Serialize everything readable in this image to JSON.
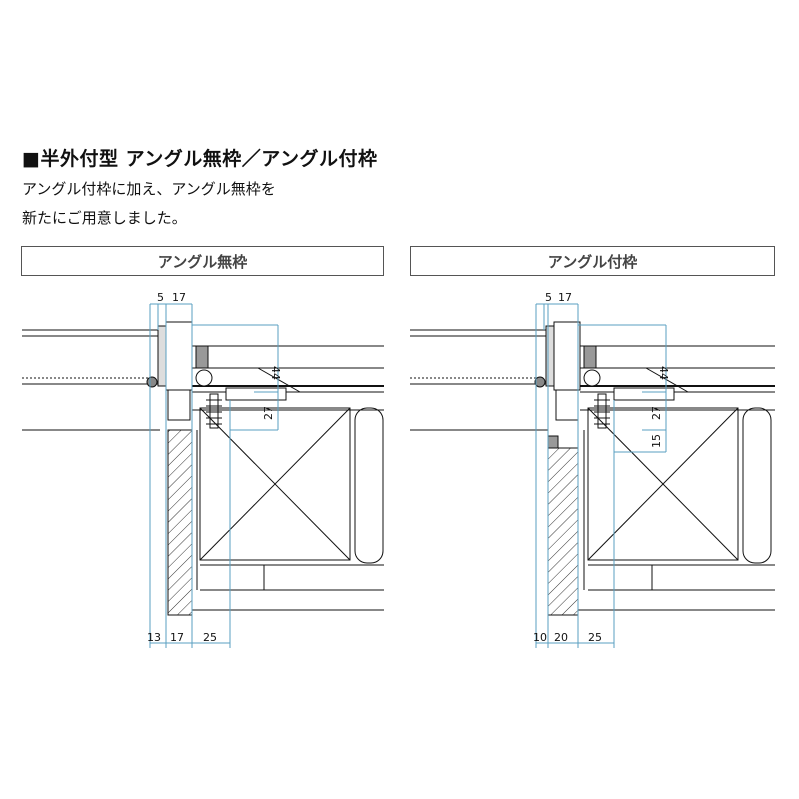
{
  "heading": {
    "title": "■半外付型 アングル無枠／アングル付枠",
    "desc_line1": "アングル付枠に加え、アングル無枠を",
    "desc_line2": "新たにご用意しました。"
  },
  "panels": [
    {
      "label": "アングル無枠",
      "dims": {
        "top_a": "5",
        "top_b": "17",
        "v_44": "44",
        "v_27": "27",
        "bottom_a": "13",
        "bottom_b": "17",
        "bottom_c": "25"
      }
    },
    {
      "label": "アングル付枠",
      "dims": {
        "top_a": "5",
        "top_b": "17",
        "v_44": "44",
        "v_27": "27",
        "v_15": "15",
        "bottom_a": "10",
        "bottom_b": "20",
        "bottom_c": "25"
      }
    }
  ],
  "colors": {
    "dimension_line": "#5a9fc0",
    "drawing_line": "#111111",
    "hatch": "#333333"
  }
}
